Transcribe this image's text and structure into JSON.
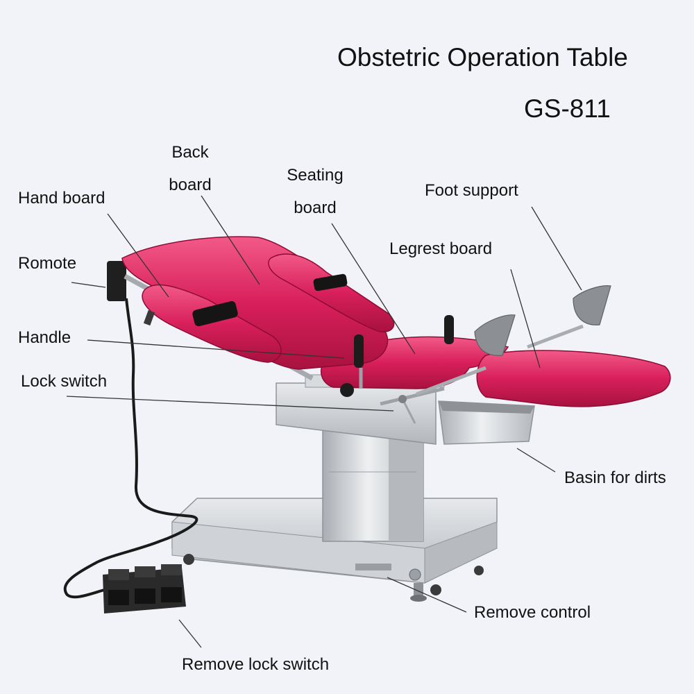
{
  "title": "Obstetric Operation Table",
  "model": "GS-811",
  "labels": {
    "back_board": "Back\nboard",
    "seating_board": "Seating\nboard",
    "hand_board": "Hand board",
    "foot_support": "Foot support",
    "romote": "Romote",
    "legrest_board": "Legrest board",
    "handle": "Handle",
    "lock_switch": "Lock switch",
    "basin_for_dirts": "Basin for dirts",
    "remove_control": "Remove control",
    "remove_lock_switch": "Remove lock switch"
  },
  "colors": {
    "upholstery": "#d81f5c",
    "steel": "#c9ccd0",
    "text": "#111111"
  }
}
